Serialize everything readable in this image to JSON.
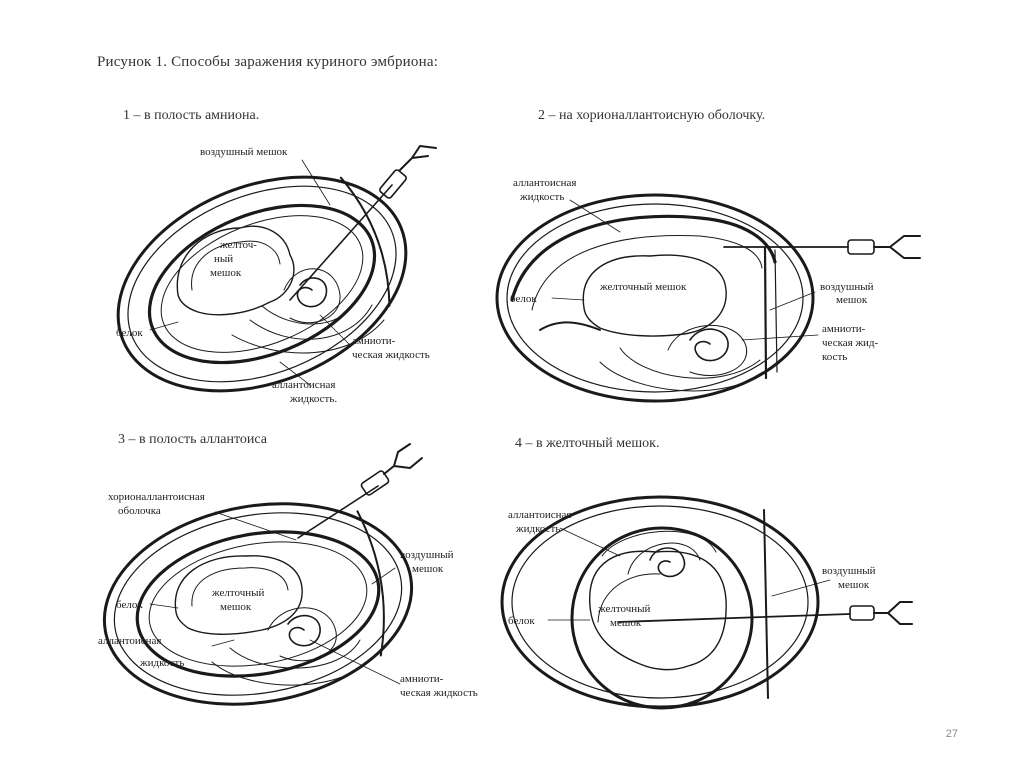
{
  "figure": {
    "title": "Рисунок 1. Способы заражения куриного эмбриона:"
  },
  "panels": [
    {
      "title": "1 – в полость амниона.",
      "labels": {
        "air_sac": "воздушный мешок",
        "yolk_1": "желточ-",
        "yolk_2": "ный",
        "yolk_3": "мешок",
        "albumen": "белок",
        "amniotic_1": "амниоти-",
        "amniotic_2": "ческая жидкость",
        "allantoic_1": "аллантоисная",
        "allantoic_2": "жидкость."
      }
    },
    {
      "title": "2 – на хорионаллантоисную оболочку.",
      "labels": {
        "allantoic_1": "аллантоисная",
        "allantoic_2": "жидкость",
        "yolk": "желточный мешок",
        "albumen": "белок",
        "air_sac_1": "воздушный",
        "air_sac_2": "мешок",
        "amniotic_1": "амниоти-",
        "amniotic_2": "ческая жид-",
        "amniotic_3": "кость"
      }
    },
    {
      "title": "3 – в полость аллантоиса",
      "labels": {
        "chorion_1": "хорионаллантоисная",
        "chorion_2": "оболочка",
        "air_sac_1": "воздушный",
        "air_sac_2": "мешок",
        "albumen": "белок",
        "yolk_1": "желточный",
        "yolk_2": "мешок",
        "allantoic_1": "аллантоисная",
        "allantoic_2": "жидкость",
        "amniotic_1": "амниоти-",
        "amniotic_2": "ческая жидкость"
      }
    },
    {
      "title": "4 – в желточный мешок.",
      "labels": {
        "allantoic_1": "аллантоисная",
        "allantoic_2": "жидкость",
        "albumen": "белок",
        "yolk_1": "желточный",
        "yolk_2": "мешок",
        "air_sac_1": "воздушный",
        "air_sac_2": "мешок"
      }
    }
  ],
  "page_number": "27"
}
